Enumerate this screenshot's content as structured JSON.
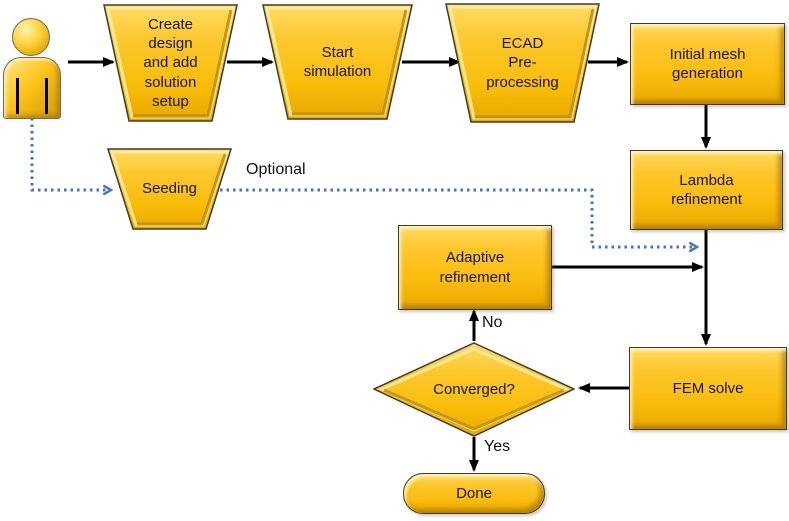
{
  "colors": {
    "background": "#FFFFFF",
    "shape_gold": "#FEC62B",
    "shape_gold_light": "#FFDA5E",
    "shape_gold_dark": "#EAA900",
    "outline": "#3C3C3C",
    "arrow_black": "#000000",
    "dashed_blue": "#4472C4",
    "label_text": "#161616"
  },
  "nodes": {
    "create_design": {
      "label": "Create\ndesign\nand add\nsolution\nsetup",
      "shape": "trapezoid"
    },
    "start_simulation": {
      "label": "Start\nsimulation",
      "shape": "trapezoid"
    },
    "ecad_preprocessing": {
      "label": "ECAD\nPre-\nprocessing",
      "shape": "trapezoid"
    },
    "initial_mesh": {
      "label": "Initial mesh\ngeneration",
      "shape": "rectangle"
    },
    "seeding": {
      "label": "Seeding",
      "shape": "trapezoid"
    },
    "lambda_refinement": {
      "label": "Lambda\nrefinement",
      "shape": "rectangle"
    },
    "adaptive_refinement": {
      "label": "Adaptive\nrefinement",
      "shape": "rectangle"
    },
    "fem_solve": {
      "label": "FEM solve",
      "shape": "rectangle"
    },
    "converged": {
      "label": "Converged?",
      "shape": "diamond"
    },
    "done": {
      "label": "Done",
      "shape": "terminator"
    }
  },
  "edge_labels": {
    "optional": "Optional",
    "no": "No",
    "yes": "Yes"
  },
  "edges": [
    {
      "from": "user",
      "to": "create_design",
      "style": "solid"
    },
    {
      "from": "create_design",
      "to": "start_simulation",
      "style": "solid"
    },
    {
      "from": "start_simulation",
      "to": "ecad_preprocessing",
      "style": "solid"
    },
    {
      "from": "ecad_preprocessing",
      "to": "initial_mesh",
      "style": "solid"
    },
    {
      "from": "initial_mesh",
      "to": "lambda_refinement",
      "style": "solid"
    },
    {
      "from": "lambda_refinement",
      "to": "fem_solve",
      "style": "solid"
    },
    {
      "from": "user",
      "to": "seeding",
      "style": "dotted-blue"
    },
    {
      "from": "seeding",
      "to": "lambda_refinement_fem_solve_link",
      "style": "dotted-blue",
      "label": "Optional"
    },
    {
      "from": "adaptive_refinement",
      "to": "fem_solve_link",
      "style": "solid"
    },
    {
      "from": "fem_solve",
      "to": "converged",
      "style": "solid"
    },
    {
      "from": "converged",
      "to": "adaptive_refinement",
      "style": "solid",
      "label": "No"
    },
    {
      "from": "converged",
      "to": "done",
      "style": "solid",
      "label": "Yes"
    }
  ]
}
